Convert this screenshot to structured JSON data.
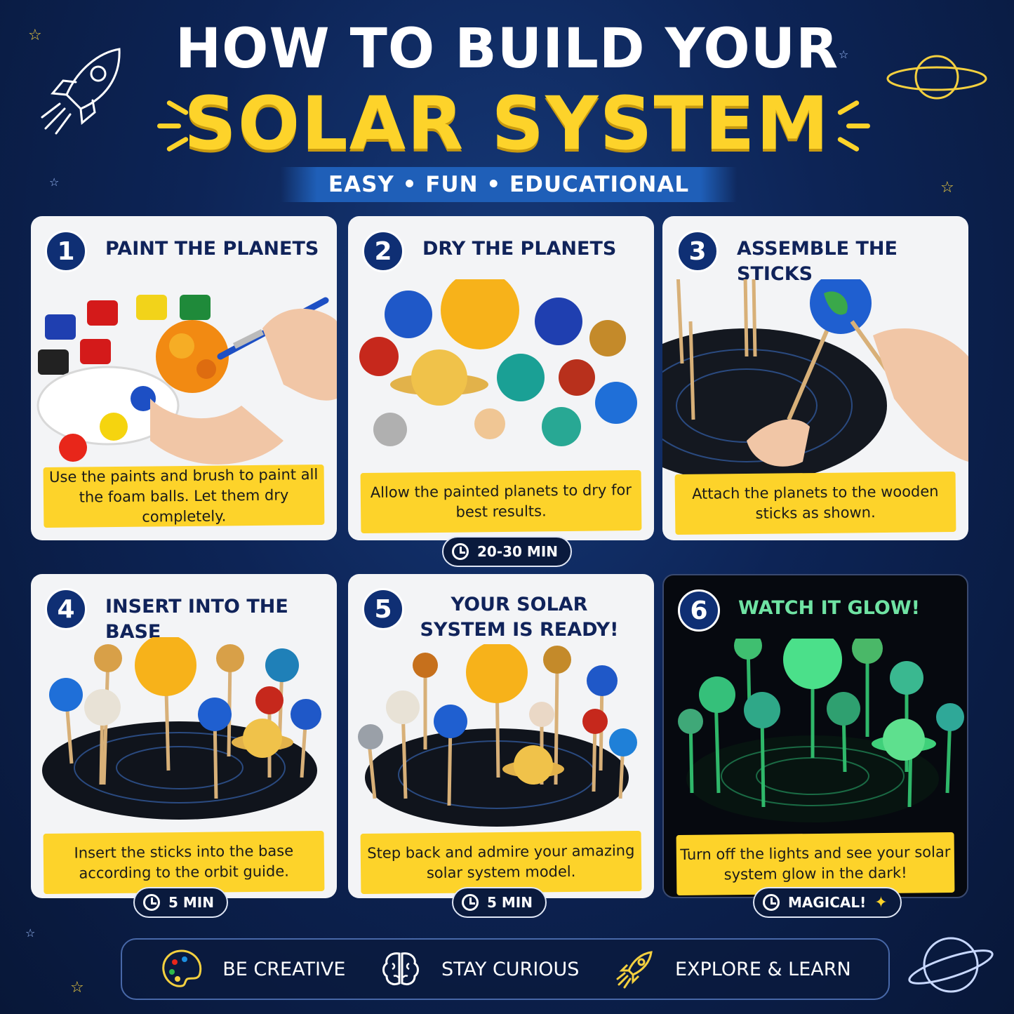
{
  "header": {
    "title_top": "HOW TO BUILD YOUR",
    "title_main": "SOLAR SYSTEM",
    "tagline": "EASY • FUN • EDUCATIONAL"
  },
  "steps": [
    {
      "number": "1",
      "title": "PAINT THE PLANETS",
      "caption": "Use the paints and brush to paint all the foam balls. Let them dry completely.",
      "time": ""
    },
    {
      "number": "2",
      "title": "DRY THE PLANETS",
      "caption": "Allow the painted planets to dry for best results.",
      "time": "20-30 MIN"
    },
    {
      "number": "3",
      "title": "ASSEMBLE THE STICKS",
      "caption": "Attach the planets to the wooden sticks as shown.",
      "time": ""
    },
    {
      "number": "4",
      "title": "INSERT INTO THE BASE",
      "caption": "Insert the sticks into the base according to the orbit guide.",
      "time": "5 MIN"
    },
    {
      "number": "5",
      "title": "YOUR SOLAR SYSTEM IS READY!",
      "caption": "Step back and admire your amazing solar system model.",
      "time": "5 MIN"
    },
    {
      "number": "6",
      "title": "WATCH IT GLOW!",
      "caption": "Turn off the lights and see your solar system glow in the dark!",
      "time": "MAGICAL!"
    }
  ],
  "footer": [
    {
      "label": "BE CREATIVE",
      "icon": "palette-icon"
    },
    {
      "label": "STAY CURIOUS",
      "icon": "brain-icon"
    },
    {
      "label": "EXPLORE & LEARN",
      "icon": "rocket-icon"
    }
  ],
  "colors": {
    "background": "#0d2456",
    "accent_yellow": "#fdd32a",
    "badge_navy": "#0f2f74",
    "glow_green": "#6fe3a3"
  }
}
